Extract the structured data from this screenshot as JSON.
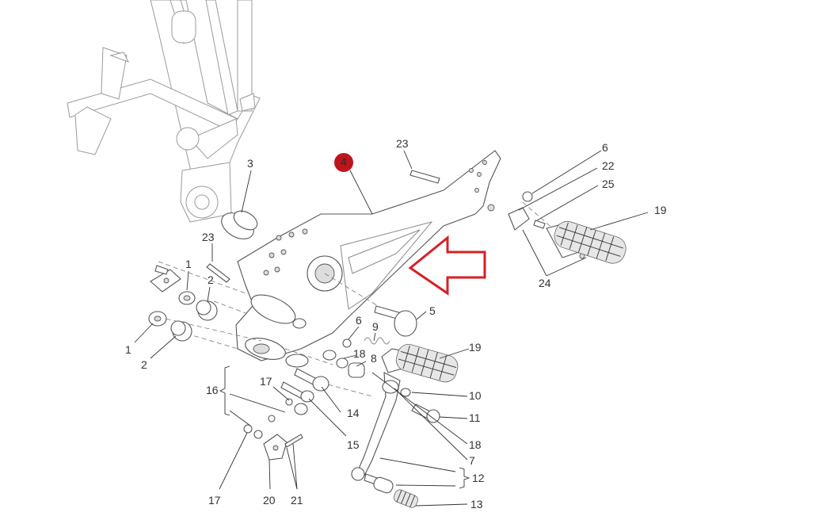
{
  "diagram": {
    "callouts": {
      "c1a": "1",
      "c1b": "1",
      "c2a": "2",
      "c2b": "2",
      "c3": "3",
      "c4": "4",
      "c5": "5",
      "c6a": "6",
      "c6b": "6",
      "c7": "7",
      "c8": "8",
      "c9": "9",
      "c10": "10",
      "c11": "11",
      "c12": "12",
      "c13": "13",
      "c14": "14",
      "c15": "15",
      "c16": "16",
      "c17a": "17",
      "c17b": "17",
      "c18a": "18",
      "c18b": "18",
      "c19a": "19",
      "c19b": "19",
      "c20": "20",
      "c21": "21",
      "c22": "22",
      "c23a": "23",
      "c23b": "23",
      "c24": "24",
      "c25": "25"
    },
    "highlight": {
      "badge_color": "#c0141b",
      "arrow_color": "#d62027",
      "badge_text": "4"
    }
  }
}
